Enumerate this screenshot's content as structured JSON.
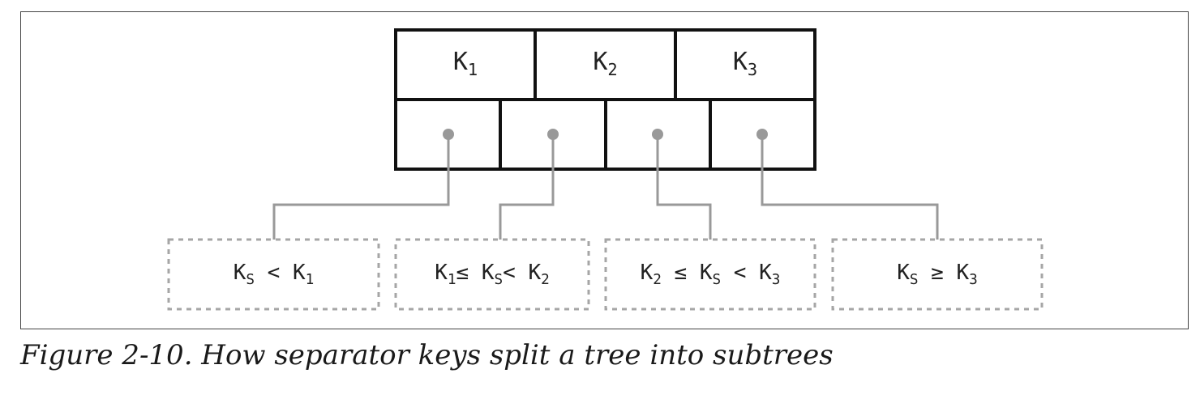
{
  "node_keys": [
    {
      "base": "K",
      "sub": "1"
    },
    {
      "base": "K",
      "sub": "2"
    },
    {
      "base": "K",
      "sub": "3"
    }
  ],
  "subtree_ranges": [
    {
      "parts": [
        {
          "t": "K"
        },
        {
          "s": "S"
        },
        {
          "t": " < K"
        },
        {
          "s": "1"
        }
      ]
    },
    {
      "parts": [
        {
          "t": "K"
        },
        {
          "s": "1"
        },
        {
          "t": "≤ K"
        },
        {
          "s": "S"
        },
        {
          "t": "< K"
        },
        {
          "s": "2"
        }
      ]
    },
    {
      "parts": [
        {
          "t": "K"
        },
        {
          "s": "2"
        },
        {
          "t": " ≤ K"
        },
        {
          "s": "S"
        },
        {
          "t": " < K"
        },
        {
          "s": "3"
        }
      ]
    },
    {
      "parts": [
        {
          "t": "K"
        },
        {
          "s": "S"
        },
        {
          "t": " ≥ K"
        },
        {
          "s": "3"
        }
      ]
    }
  ],
  "caption": "Figure 2-10. How separator keys split a tree into subtrees",
  "colors": {
    "node_border": "#111111",
    "connector": "#999999",
    "dashed_border": "#a6a6a6"
  }
}
